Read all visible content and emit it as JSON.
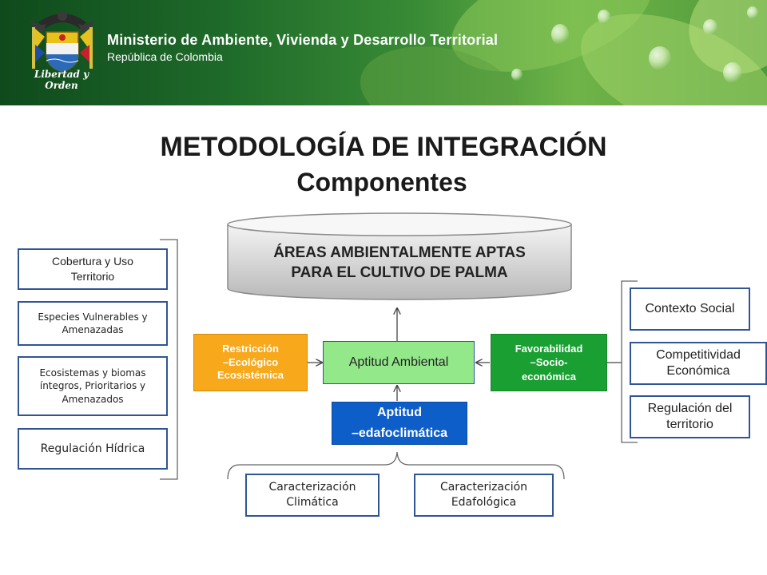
{
  "header": {
    "ministry": "Ministerio de Ambiente, Vivienda y Desarrollo Territorial",
    "republic": "República de Colombia",
    "seal_caption": "Libertad y Orden"
  },
  "title": {
    "line1": "METODOLOGÍA DE INTEGRACIÓN",
    "line2": "Componentes"
  },
  "result": {
    "line1": "ÁREAS AMBIENTALMENTE  APTAS",
    "line2": "PARA EL CULTIVO DE PALMA"
  },
  "center": {
    "aptitud_ambiental": "Aptitud Ambiental",
    "aptitud_edafo_line1": "Aptitud",
    "aptitud_edafo_line2": "–edafoclimática"
  },
  "restriccion": {
    "line1": "Restricción",
    "line2": "–Ecológico",
    "line3": "Ecosistémica"
  },
  "favorabilidad": {
    "line1": "Favorabilidad",
    "line2": "–Socio-",
    "line3": "económica"
  },
  "left_inputs": [
    {
      "line1": "Cobertura y Uso",
      "line2": "Territorio"
    },
    {
      "line1": "Especies Vulnerables y",
      "line2": "Amenazadas"
    },
    {
      "line1": "Ecosistemas y biomas",
      "line2": "íntegros, Prioritarios y",
      "line3": "Amenazados"
    },
    {
      "line1": "Regulación Hídrica"
    }
  ],
  "right_inputs": [
    {
      "line1": "Contexto Social"
    },
    {
      "line1": "Competitividad",
      "line2": "Económica"
    },
    {
      "line1": "Regulación del",
      "line2": "territorio"
    }
  ],
  "bottom_inputs": [
    {
      "line1": "Caracterización",
      "line2": "Climática"
    },
    {
      "line1": "Caracterización",
      "line2": "Edafológica"
    }
  ],
  "colors": {
    "restriccion": "#f7a81b",
    "favorabilidad": "#1aa032",
    "aptitud_ambiental": "#93e88a",
    "aptitud_edafo": "#0d5ec8",
    "input_border": "#2f5597"
  }
}
